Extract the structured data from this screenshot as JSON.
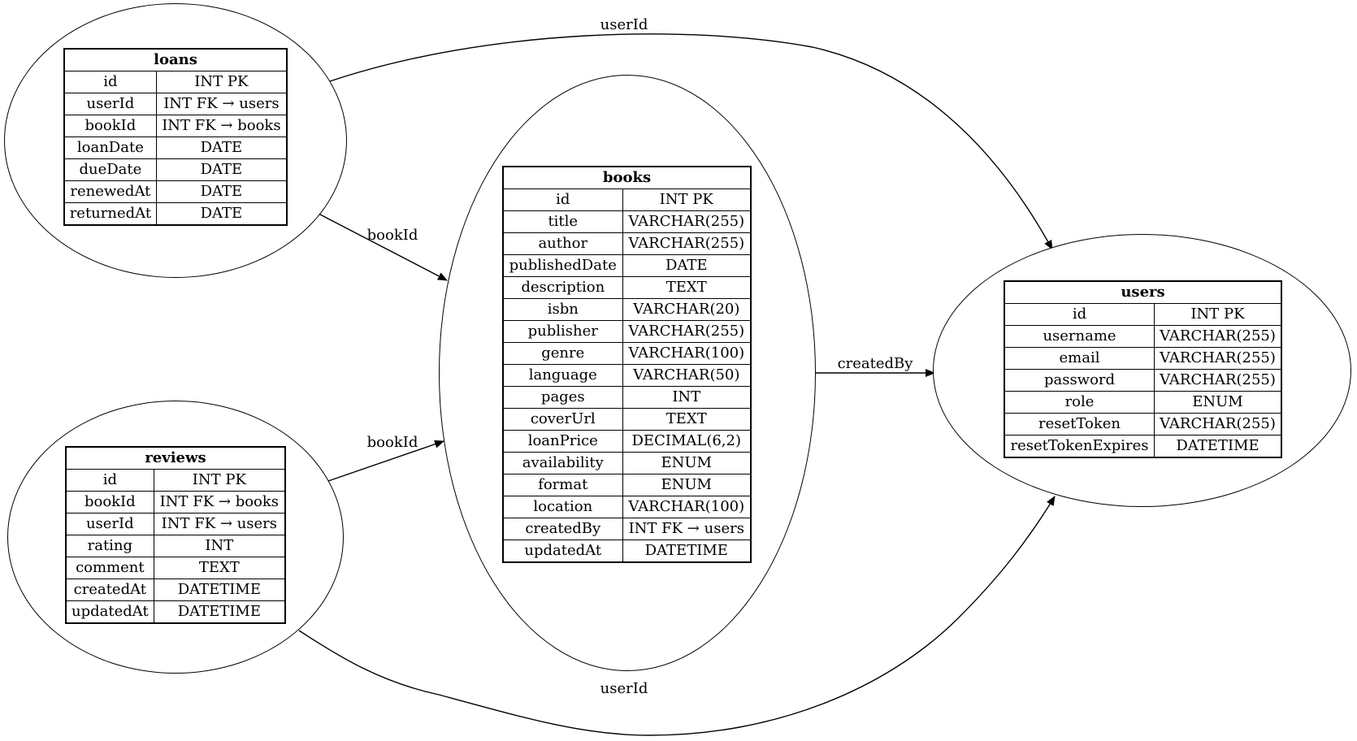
{
  "tables": {
    "loans": {
      "title": "loans",
      "rows": [
        {
          "name": "id",
          "type": "INT PK"
        },
        {
          "name": "userId",
          "type": "INT FK → users"
        },
        {
          "name": "bookId",
          "type": "INT FK → books"
        },
        {
          "name": "loanDate",
          "type": "DATE"
        },
        {
          "name": "dueDate",
          "type": "DATE"
        },
        {
          "name": "renewedAt",
          "type": "DATE"
        },
        {
          "name": "returnedAt",
          "type": "DATE"
        }
      ]
    },
    "reviews": {
      "title": "reviews",
      "rows": [
        {
          "name": "id",
          "type": "INT PK"
        },
        {
          "name": "bookId",
          "type": "INT FK → books"
        },
        {
          "name": "userId",
          "type": "INT FK → users"
        },
        {
          "name": "rating",
          "type": "INT"
        },
        {
          "name": "comment",
          "type": "TEXT"
        },
        {
          "name": "createdAt",
          "type": "DATETIME"
        },
        {
          "name": "updatedAt",
          "type": "DATETIME"
        }
      ]
    },
    "books": {
      "title": "books",
      "rows": [
        {
          "name": "id",
          "type": "INT PK"
        },
        {
          "name": "title",
          "type": "VARCHAR(255)"
        },
        {
          "name": "author",
          "type": "VARCHAR(255)"
        },
        {
          "name": "publishedDate",
          "type": "DATE"
        },
        {
          "name": "description",
          "type": "TEXT"
        },
        {
          "name": "isbn",
          "type": "VARCHAR(20)"
        },
        {
          "name": "publisher",
          "type": "VARCHAR(255)"
        },
        {
          "name": "genre",
          "type": "VARCHAR(100)"
        },
        {
          "name": "language",
          "type": "VARCHAR(50)"
        },
        {
          "name": "pages",
          "type": "INT"
        },
        {
          "name": "coverUrl",
          "type": "TEXT"
        },
        {
          "name": "loanPrice",
          "type": "DECIMAL(6,2)"
        },
        {
          "name": "availability",
          "type": "ENUM"
        },
        {
          "name": "format",
          "type": "ENUM"
        },
        {
          "name": "location",
          "type": "VARCHAR(100)"
        },
        {
          "name": "createdBy",
          "type": "INT FK → users"
        },
        {
          "name": "updatedAt",
          "type": "DATETIME"
        }
      ]
    },
    "users": {
      "title": "users",
      "rows": [
        {
          "name": "id",
          "type": "INT PK"
        },
        {
          "name": "username",
          "type": "VARCHAR(255)"
        },
        {
          "name": "email",
          "type": "VARCHAR(255)"
        },
        {
          "name": "password",
          "type": "VARCHAR(255)"
        },
        {
          "name": "role",
          "type": "ENUM"
        },
        {
          "name": "resetToken",
          "type": "VARCHAR(255)"
        },
        {
          "name": "resetTokenExpires",
          "type": "DATETIME"
        }
      ]
    }
  },
  "edges": [
    {
      "id": "loans-users",
      "from": "loans",
      "to": "users",
      "label": "userId"
    },
    {
      "id": "loans-books",
      "from": "loans",
      "to": "books",
      "label": "bookId"
    },
    {
      "id": "reviews-books",
      "from": "reviews",
      "to": "books",
      "label": "bookId"
    },
    {
      "id": "books-users",
      "from": "books",
      "to": "users",
      "label": "createdBy"
    },
    {
      "id": "reviews-users",
      "from": "reviews",
      "to": "users",
      "label": "userId"
    }
  ]
}
